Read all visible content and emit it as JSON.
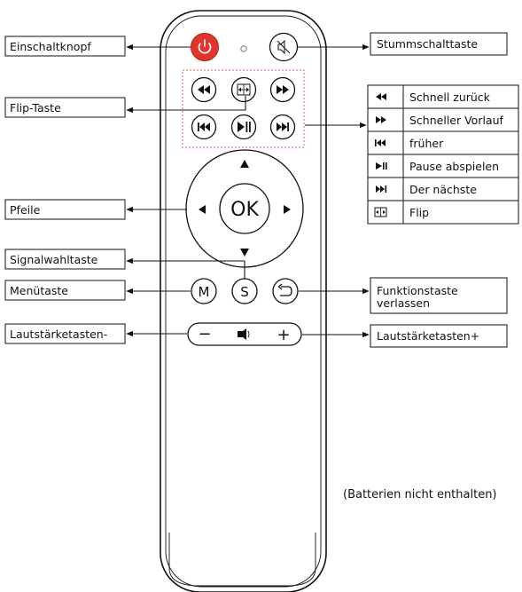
{
  "labels": {
    "power": "Einschaltknopf",
    "mute": "Stummschalttaste",
    "flip": "Flip-Taste",
    "arrows": "Pfeile",
    "signal": "Signalwahltaste",
    "menu": "Menütaste",
    "back": "Funktionstaste verlassen",
    "vol_down": "Lautstärketasten-",
    "vol_up": "Lautstärketasten+"
  },
  "remote": {
    "ok": "OK",
    "menu_key": "M",
    "signal_key": "S",
    "vol_minus": "−",
    "vol_plus": "+"
  },
  "legend": [
    {
      "icon": "rewind-icon",
      "text": "Schnell zurück"
    },
    {
      "icon": "fast-forward-icon",
      "text": "Schneller Vorlauf"
    },
    {
      "icon": "previous-icon",
      "text": "früher"
    },
    {
      "icon": "play-pause-icon",
      "text": "Pause abspielen"
    },
    {
      "icon": "next-icon",
      "text": "Der nächste"
    },
    {
      "icon": "flip-icon",
      "text": "Flip"
    }
  ],
  "note": "(Batterien nicht enthalten)",
  "colors": {
    "power_button": "#e0342c",
    "outline": "#111111",
    "dotted_group": "#e06060"
  }
}
